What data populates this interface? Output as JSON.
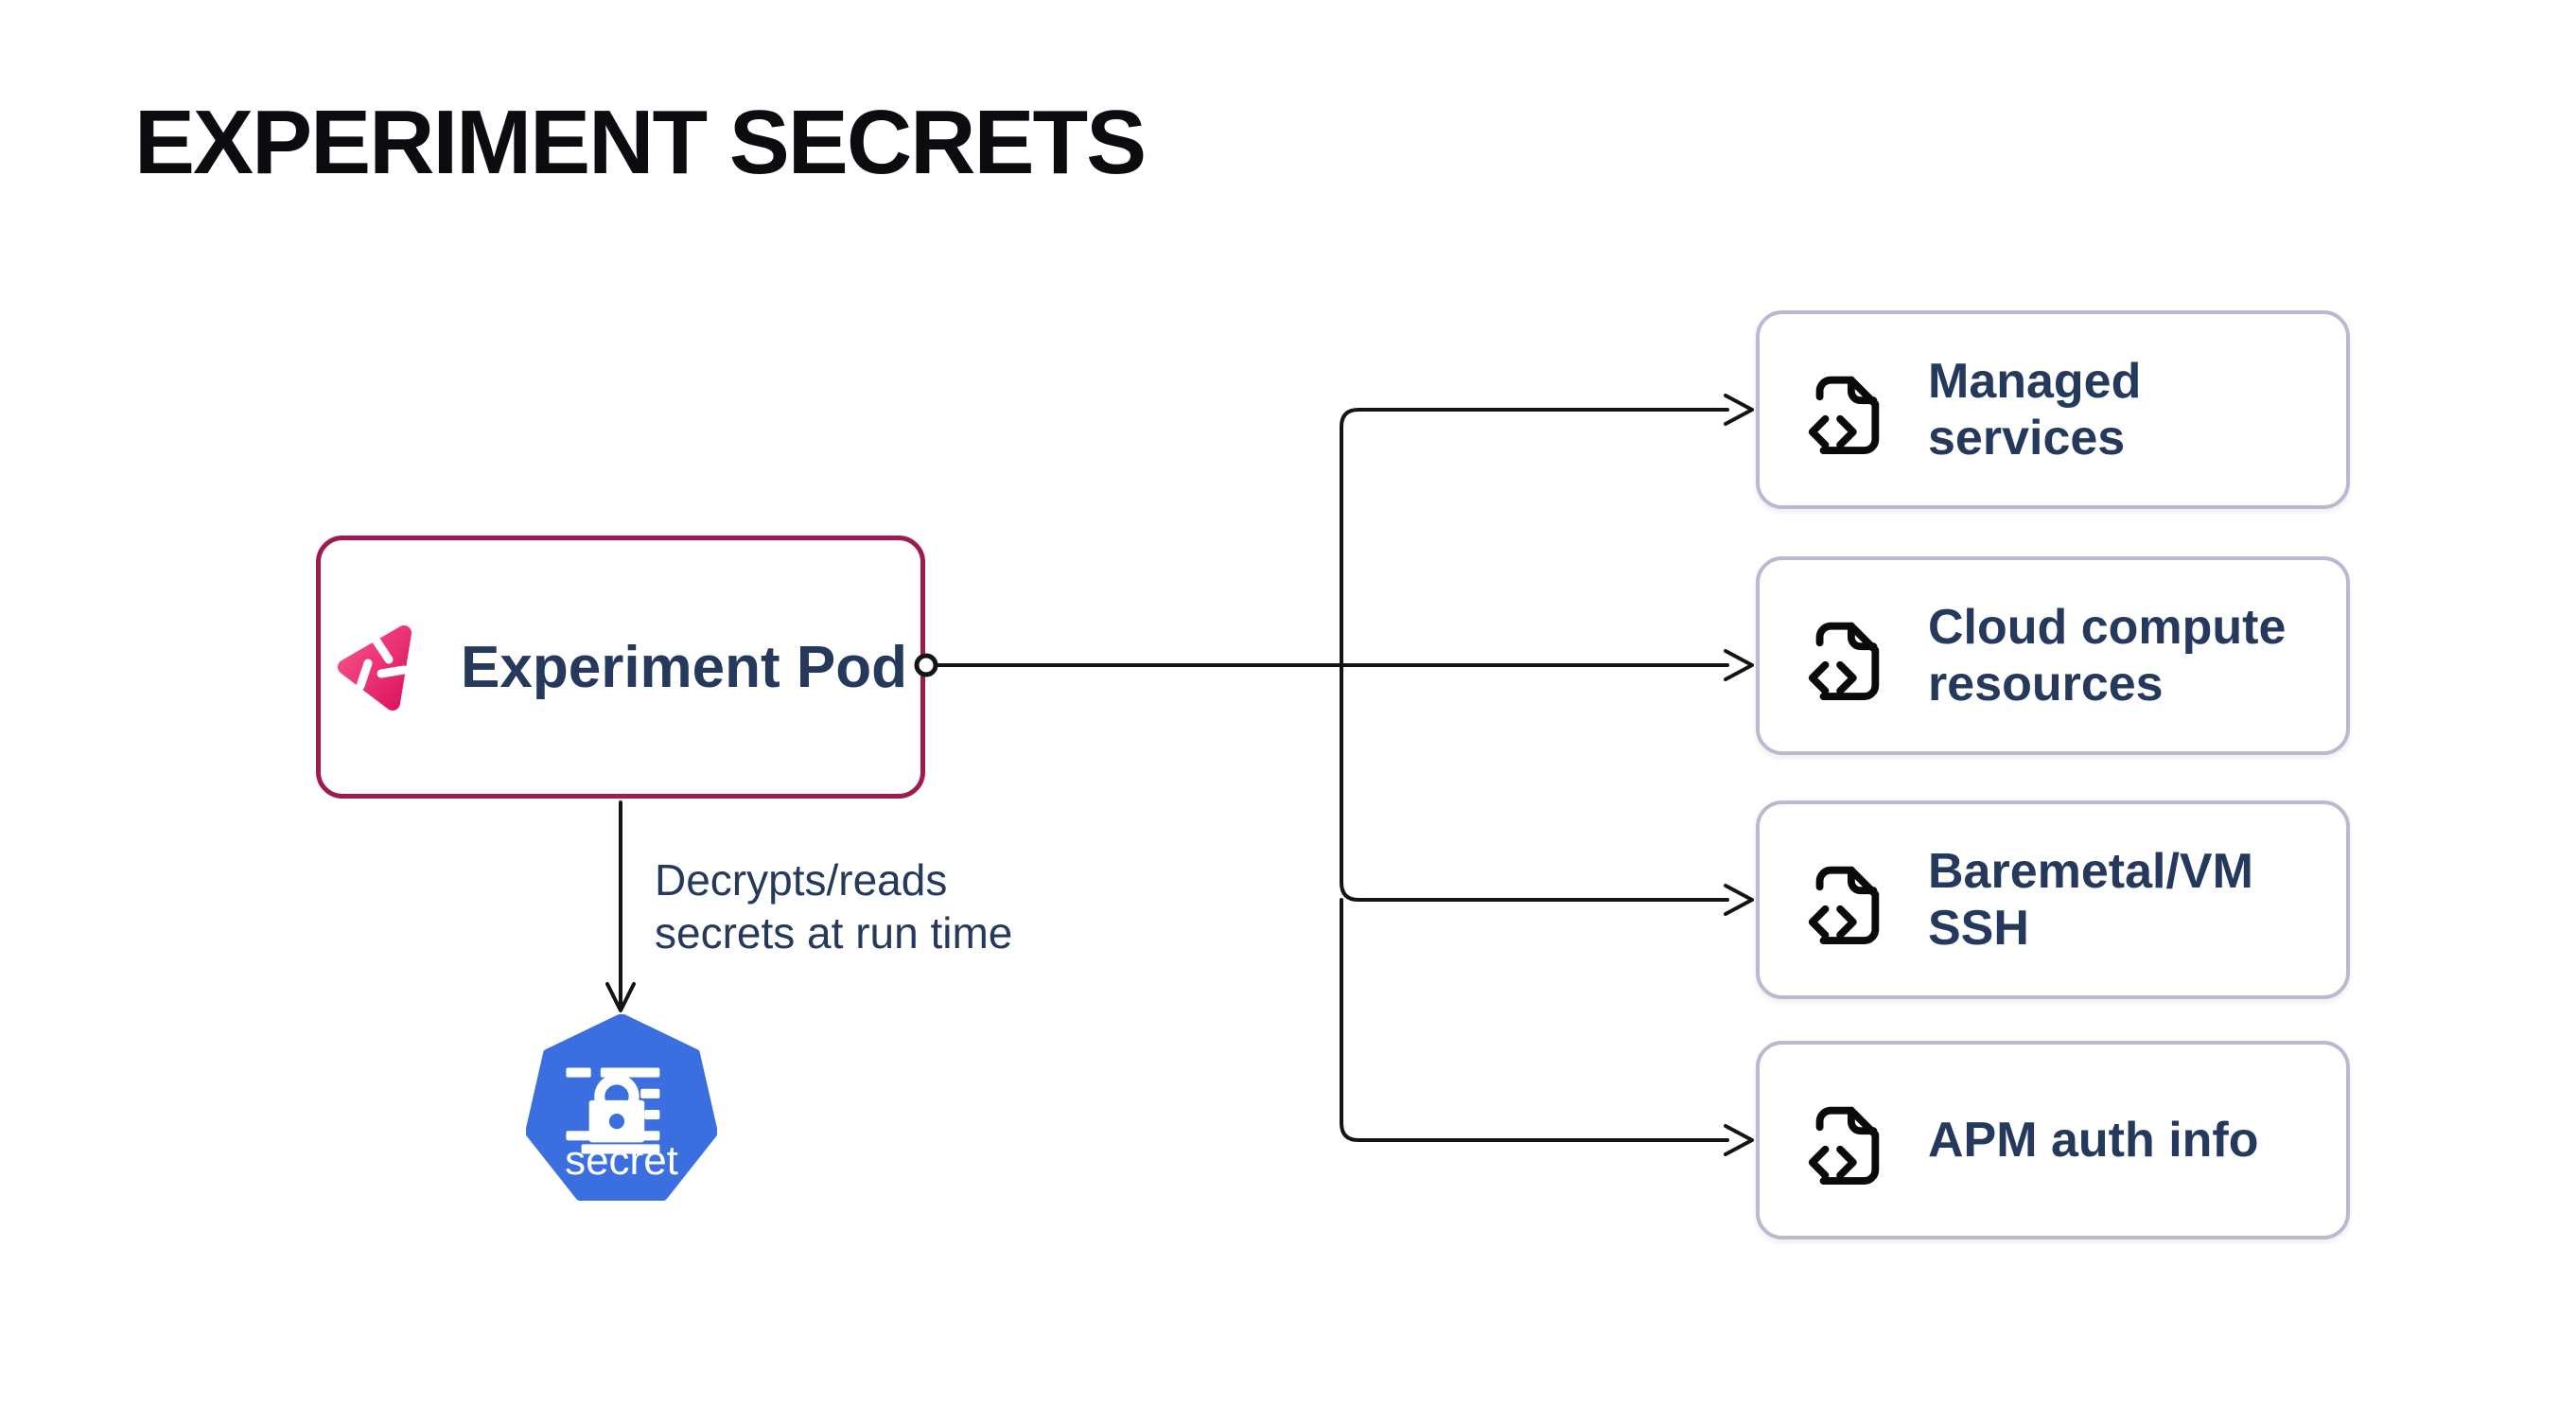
{
  "title": "EXPERIMENT SECRETS",
  "pod": {
    "label": "Experiment Pod"
  },
  "annotation": {
    "line1": "Decrypts/reads",
    "line2": "secrets at run time"
  },
  "secret": {
    "label": "secret"
  },
  "targets": [
    {
      "lines": [
        "Managed",
        "services"
      ]
    },
    {
      "lines": [
        "Cloud compute",
        "resources"
      ]
    },
    {
      "lines": [
        "Baremetal/VM",
        "SSH"
      ]
    },
    {
      "lines": [
        "APM auth info"
      ]
    }
  ],
  "icons": {
    "pod_icon": "litmus-chaos-logo",
    "target_icon": "file-code-icon",
    "secret_icon": "kubernetes-secret-heptagon",
    "connector_start": "circle-connector-dot",
    "arrowheads": "open-chevron-arrow"
  },
  "colors": {
    "pod_border": "#9E1B4F",
    "target_border": "#B9BACF",
    "text_navy": "#24395B",
    "kubernetes_blue": "#3B6FE0",
    "litmus_pink_start": "#F7528A",
    "litmus_pink_end": "#DD1460",
    "line_black": "#141414",
    "title_black": "#0C0C10"
  }
}
